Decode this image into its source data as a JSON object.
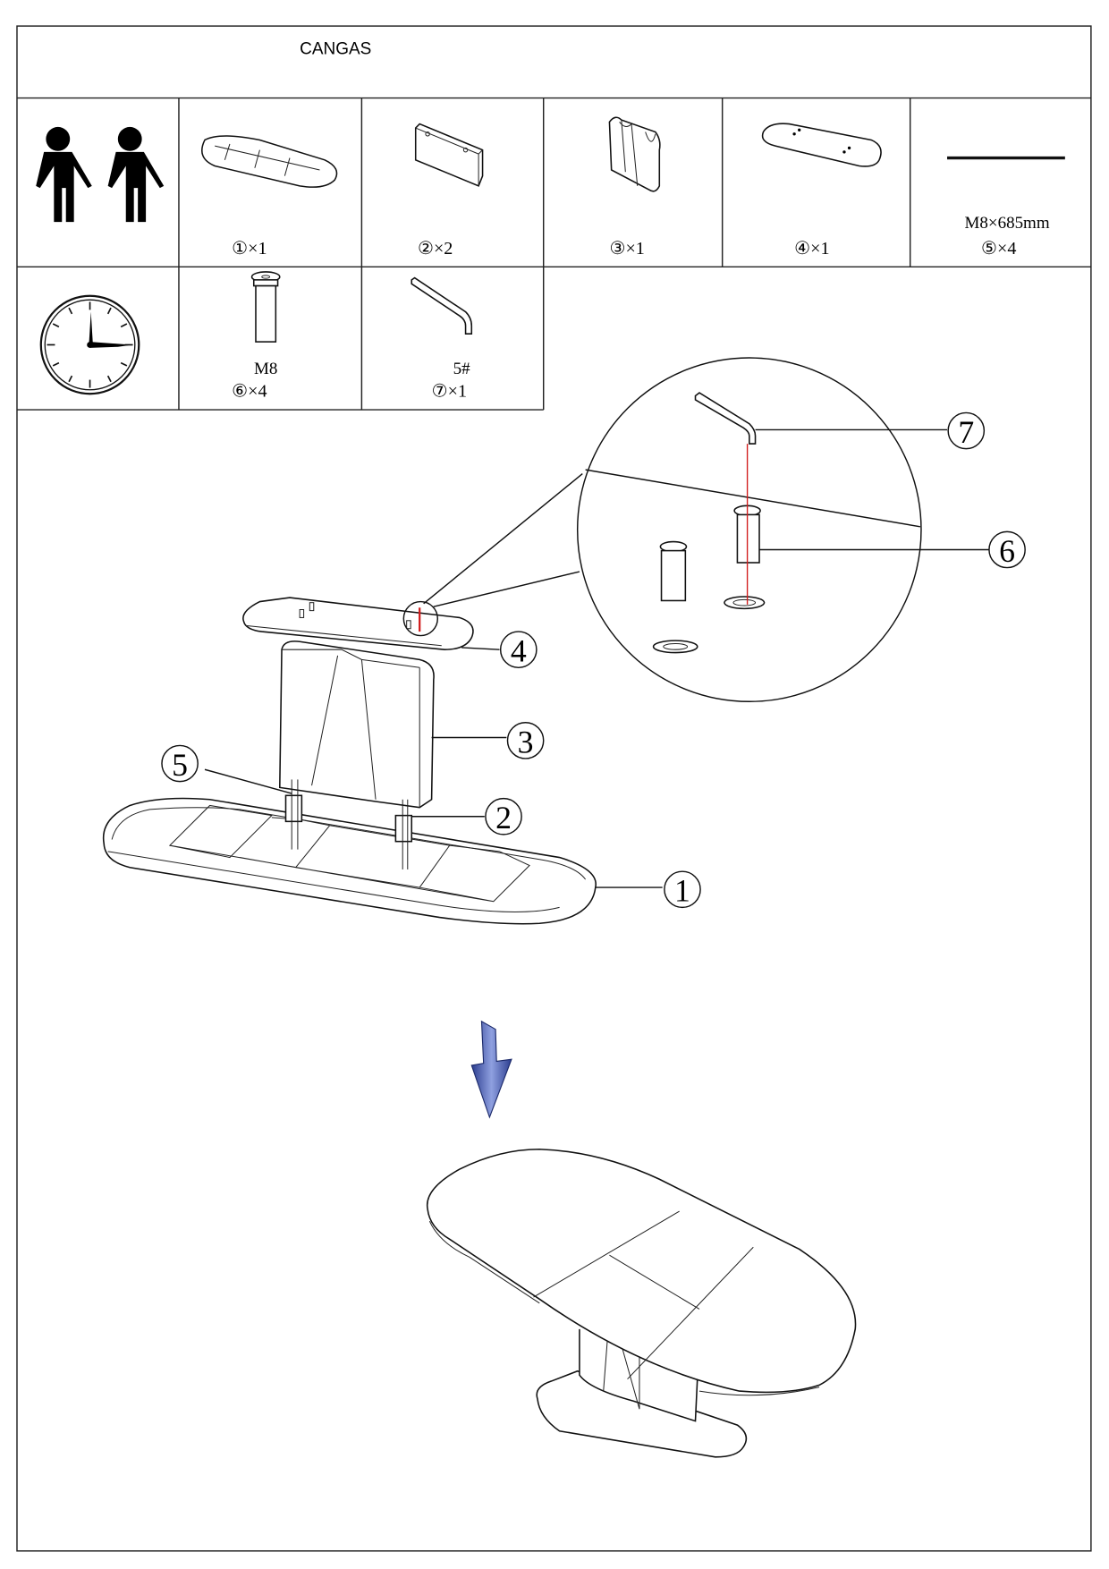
{
  "header": {
    "title": "CANGAS"
  },
  "parts": [
    {
      "label": "①×1"
    },
    {
      "label": "②×2"
    },
    {
      "label": "③×1"
    },
    {
      "label": "④×1"
    },
    {
      "spec": "M8×685mm",
      "label": "⑤×4"
    },
    {
      "spec": "M8",
      "label": "⑥×4"
    },
    {
      "spec": "5#",
      "label": "⑦×1"
    }
  ],
  "callouts": [
    "1",
    "2",
    "3",
    "4",
    "5",
    "6",
    "7"
  ],
  "colors": {
    "arrow": "#4a5fb0",
    "guide_line": "#d11a1a"
  },
  "icons": [
    "two-persons-icon",
    "clock-icon",
    "down-arrow-icon"
  ]
}
